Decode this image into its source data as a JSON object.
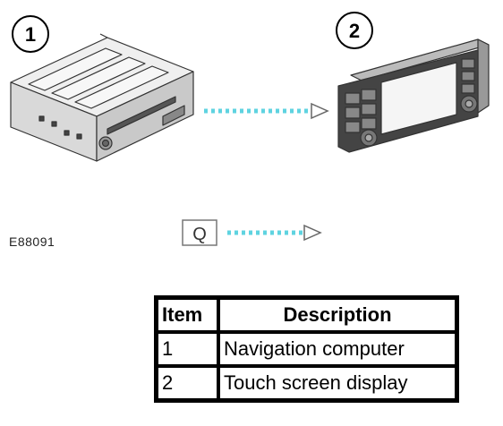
{
  "callouts": [
    "1",
    "2"
  ],
  "key_box_label": "Q",
  "image_id_label": "E88091",
  "table": {
    "headers": [
      "Item",
      "Description"
    ],
    "rows": [
      [
        "1",
        "Navigation computer"
      ],
      [
        "2",
        "Touch screen display"
      ]
    ]
  }
}
